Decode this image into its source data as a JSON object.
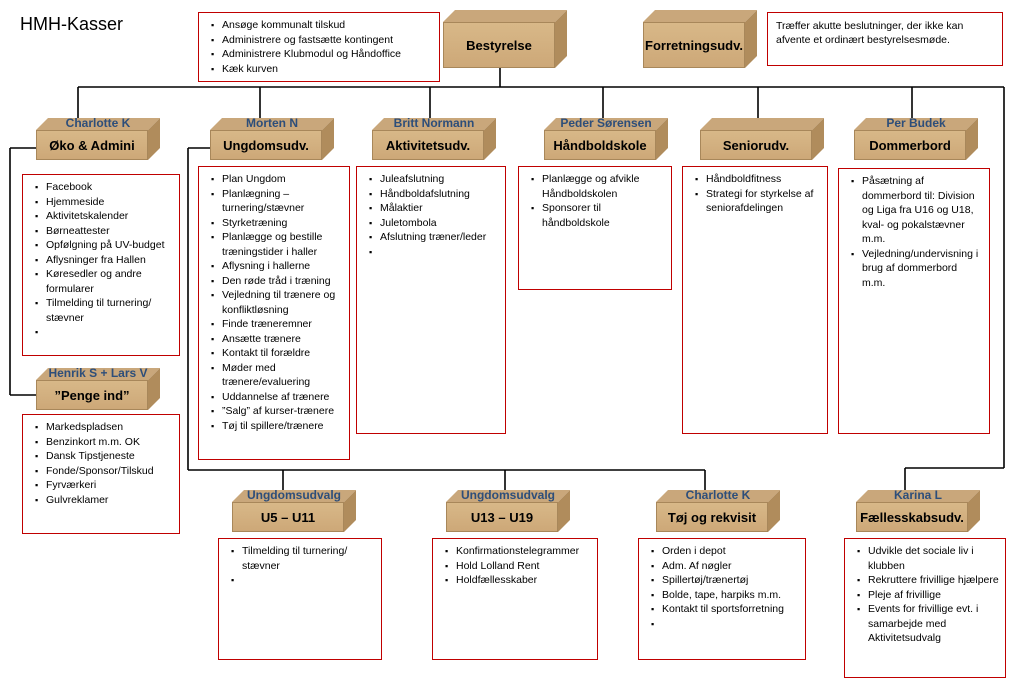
{
  "title": "HMH-Kasser",
  "bestyrelse": {
    "label": "Bestyrelse",
    "items": [
      "Ansøge kommunalt tilskud",
      "Administrere og fastsætte kontingent",
      "Administrere Klubmodul og Håndoffice",
      "Kæk kurven"
    ]
  },
  "forretning": {
    "label": "Forretningsudv.",
    "note": "Træffer akutte beslutninger, der ikke kan afvente et ordinært bestyrelsesmøde."
  },
  "okoadmin": {
    "person": "Charlotte K",
    "label": "Øko & Admini",
    "items": [
      "Facebook",
      "Hjemmeside",
      "Aktivitetskalender",
      "Børneattester",
      "Opfølgning på UV-budget",
      "Aflysninger fra Hallen",
      "Køresedler og andre formularer",
      "Tilmelding til turnering/ stævner",
      ""
    ]
  },
  "pengeind": {
    "person": "Henrik S + Lars V",
    "label": "”Penge ind”",
    "items": [
      "Markedspladsen",
      "Benzinkort m.m. OK",
      "Dansk Tipstjeneste",
      "Fonde/Sponsor/Tilskud",
      "Fyrværkeri",
      "Gulvreklamer"
    ]
  },
  "ungdom": {
    "person": "Morten N",
    "label": "Ungdomsudv.",
    "items": [
      "Plan Ungdom",
      "Planlægning – turnering/stævner",
      "Styrketræning",
      "Planlægge og bestille træningstider i haller",
      "Aflysning i hallerne",
      "Den røde tråd i træning",
      "Vejledning til trænere og konfliktløsning",
      "Finde træneremner",
      "Ansætte trænere",
      "Kontakt til forældre",
      "Møder med trænere/evaluering",
      "Uddannelse af trænere",
      "”Salg” af kurser-trænere",
      "Tøj til spillere/trænere"
    ]
  },
  "aktivitet": {
    "person": "Britt Normann",
    "label": "Aktivitetsudv.",
    "items": [
      "Juleafslutning",
      "Håndboldafslutning",
      "Målaktier",
      "Juletombola",
      "Afslutning træner/leder",
      ""
    ]
  },
  "skole": {
    "person": "Peder Sørensen",
    "label": "Håndboldskole",
    "items": [
      "Planlægge og afvikle Håndboldskolen",
      "Sponsorer til håndboldskole"
    ]
  },
  "senior": {
    "person": "",
    "label": "Seniorudv.",
    "items": [
      "Håndboldfitness",
      "Strategi for styrkelse af seniorafdelingen"
    ]
  },
  "dommer": {
    "person": "Per Budek",
    "label": "Dommerbord",
    "items": [
      "Påsætning af dommerbord til: Division og Liga fra U16 og U18, kval- og pokalstævner m.m.",
      "Vejledning/undervisning i brug af dommerbord m.m."
    ]
  },
  "u5": {
    "person": "Ungdomsudvalg",
    "label": "U5 – U11",
    "items": [
      "Tilmelding til turnering/ stævner",
      ""
    ]
  },
  "u13": {
    "person": "Ungdomsudvalg",
    "label": "U13 – U19",
    "items": [
      "Konfirmationstelegrammer",
      "Hold Lolland Rent",
      "Holdfællesskaber"
    ]
  },
  "toj": {
    "person": "Charlotte K",
    "label": "Tøj og rekvisit",
    "items": [
      "Orden i depot",
      "Adm. Af nøgler",
      "Spillertøj/trænertøj",
      "Bolde, tape, harpiks m.m.",
      "Kontakt til sportsforretning",
      ""
    ]
  },
  "faelles": {
    "person": "Karina L",
    "label": "Fællesskabsudv.",
    "items": [
      "Udvikle det sociale liv i klubben",
      "Rekruttere frivillige hjælpere",
      "Pleje af frivillige",
      "Events for frivillige evt. i samarbejde med Aktivitetsudvalg"
    ]
  }
}
